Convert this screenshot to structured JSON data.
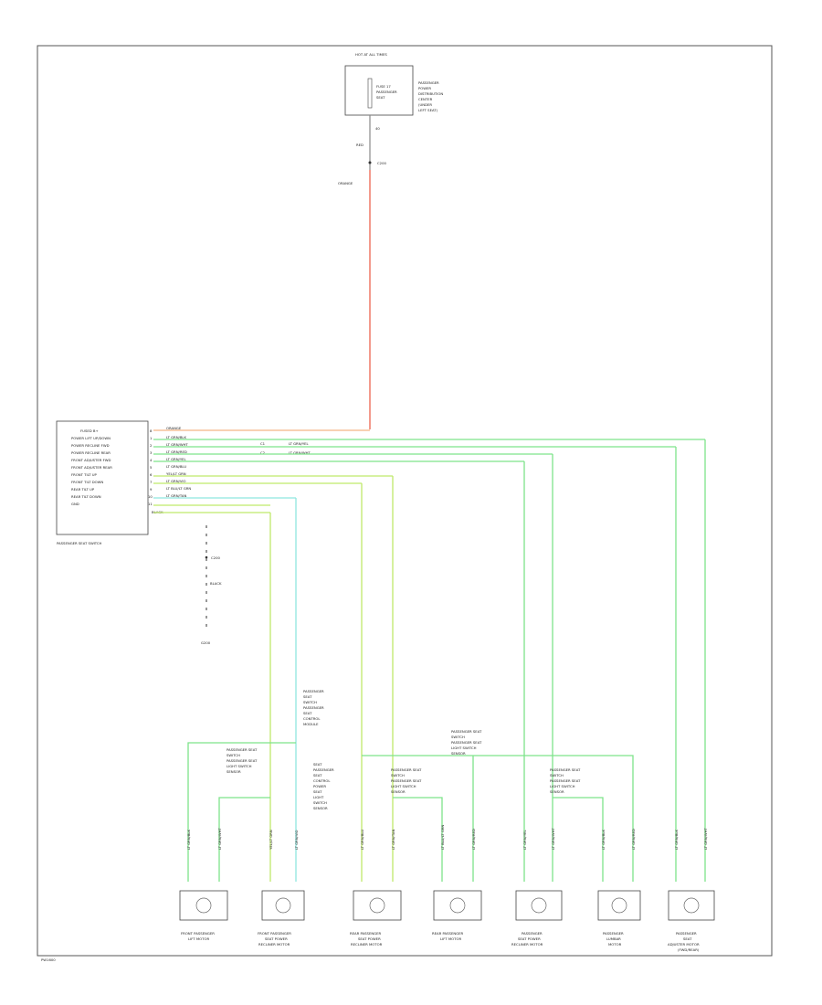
{
  "colors": {
    "frame": "#555555",
    "box": "#444444",
    "power_wire": "#f08070",
    "power_wire_fade": "#f5c29a",
    "green_wire": "#7ee38a",
    "yellow_green_wire": "#bfe96b",
    "cyan_wire": "#8ee6df",
    "black_wire": "#333333",
    "text": "#222222"
  },
  "fuse_box": {
    "header": "HOT AT ALL TIMES",
    "inner": [
      "FUSE 17",
      "PASSENGER",
      "SEAT"
    ],
    "side": [
      "PASSENGER",
      "POWER",
      "DISTRIBUTION",
      "CENTER",
      "(UNDER",
      "LEFT SEAT)"
    ],
    "pin": "40",
    "gauge": "RED",
    "connector": "C200"
  },
  "main_wire_label": "ORANGE",
  "switch": {
    "title": "PASSENGER SEAT SWITCH",
    "pins": [
      {
        "num": "8",
        "name": "FUSED B+",
        "wire": "ORANGE"
      },
      {
        "num": "1",
        "name": "POWER LIFT UP/DOWN",
        "wire": "LT GRN/BLK"
      },
      {
        "num": "2",
        "name": "POWER RECLINE FWD",
        "wire": "LT GRN/WHT"
      },
      {
        "num": "3",
        "name": "POWER RECLINE REAR",
        "wire": "LT GRN/RED"
      },
      {
        "num": "4",
        "name": "FRONT ADJUSTER FWD",
        "wire": "LT GRN/YEL"
      },
      {
        "num": "5",
        "name": "FRONT ADJUSTER REAR",
        "wire": "LT GRN/BLU"
      },
      {
        "num": "6",
        "name": "FRONT TILT UP",
        "wire": "YEL/LT GRN"
      },
      {
        "num": "7",
        "name": "FRONT TILT DOWN",
        "wire": "LT GRN/VIO"
      },
      {
        "num": "9",
        "name": "REAR TILT UP",
        "wire": "LT BLU/LT GRN"
      },
      {
        "num": "10",
        "name": "REAR TILT DOWN",
        "wire": "LT GRN/TAN"
      },
      {
        "num": "11",
        "name": "GND",
        "wire": "BLACK"
      }
    ],
    "splice_left": "C1",
    "splice_right": "C2",
    "splice_wire_a": "LT GRN/YEL",
    "splice_wire_b": "LT GRN/WHT",
    "ground_connector": "C200",
    "ground_wire": "BLACK",
    "ground_name": "G200"
  },
  "groups": {
    "g1": [
      "PASSENGER SEAT",
      "SWITCH",
      "PASSENGER SEAT",
      "LIGHT SWITCH",
      "SENSOR"
    ],
    "g2": [
      "PASSENGER",
      "SEAT",
      "SWITCH",
      "PASSENGER",
      "SEAT",
      "CONTROL",
      "MODULE"
    ],
    "g3": [
      "SEAT",
      "PASSENGER",
      "SEAT",
      "CONTROL",
      "POWER",
      "SEAT",
      "LIGHT",
      "SWITCH",
      "SENSOR"
    ],
    "g4": [
      "PASSENGER SEAT",
      "SWITCH",
      "PASSENGER SEAT",
      "LIGHT SWITCH",
      "SENSOR"
    ],
    "g5": [
      "PASSENGER SEAT",
      "SWITCH",
      "PASSENGER SEAT",
      "LIGHT SWITCH",
      "SENSOR"
    ],
    "g6": [
      "PASSENGER SEAT",
      "SWITCH",
      "PASSENGER SEAT",
      "LIGHT SWITCH",
      "SENSOR"
    ]
  },
  "wire_labels": {
    "w1": "LT GRN/BLK",
    "w2": "LT GRN/WHT",
    "w3": "YEL/LT GRN",
    "w4": "LT GRN/VIO",
    "w5": "LT GRN/BLU",
    "w6": "LT GRN/TAN",
    "w7": "LT BLU/LT GRN",
    "w8": "LT GRN/RED",
    "w9": "LT GRN/YEL",
    "w10": "LT GRN/WHT",
    "w11": "LT GRN/BLK",
    "w12": "LT GRN/RED",
    "w13": "LT GRN/BLK",
    "w14": "LT GRN/WHT"
  },
  "motors": {
    "m1": [
      "FRONT PASSENGER",
      "LIFT MOTOR"
    ],
    "m2": [
      "FRONT PASSENGER",
      "SEAT POWER",
      "RECLINER MOTOR"
    ],
    "m3": [
      "REAR PASSENGER",
      "SEAT POWER",
      "RECLINER MOTOR"
    ],
    "m4": [
      "REAR PASSENGER",
      "LIFT MOTOR"
    ],
    "m5": [
      "PASSENGER",
      "SEAT POWER",
      "RECLINER MOTOR"
    ],
    "m6": [
      "PASSENGER",
      "LUMBAR",
      "MOTOR"
    ],
    "m7": [
      "PASSENGER",
      "SEAT",
      "ADJUSTER MOTOR",
      "(FWD/REAR)"
    ]
  },
  "page_id": "PW1600"
}
